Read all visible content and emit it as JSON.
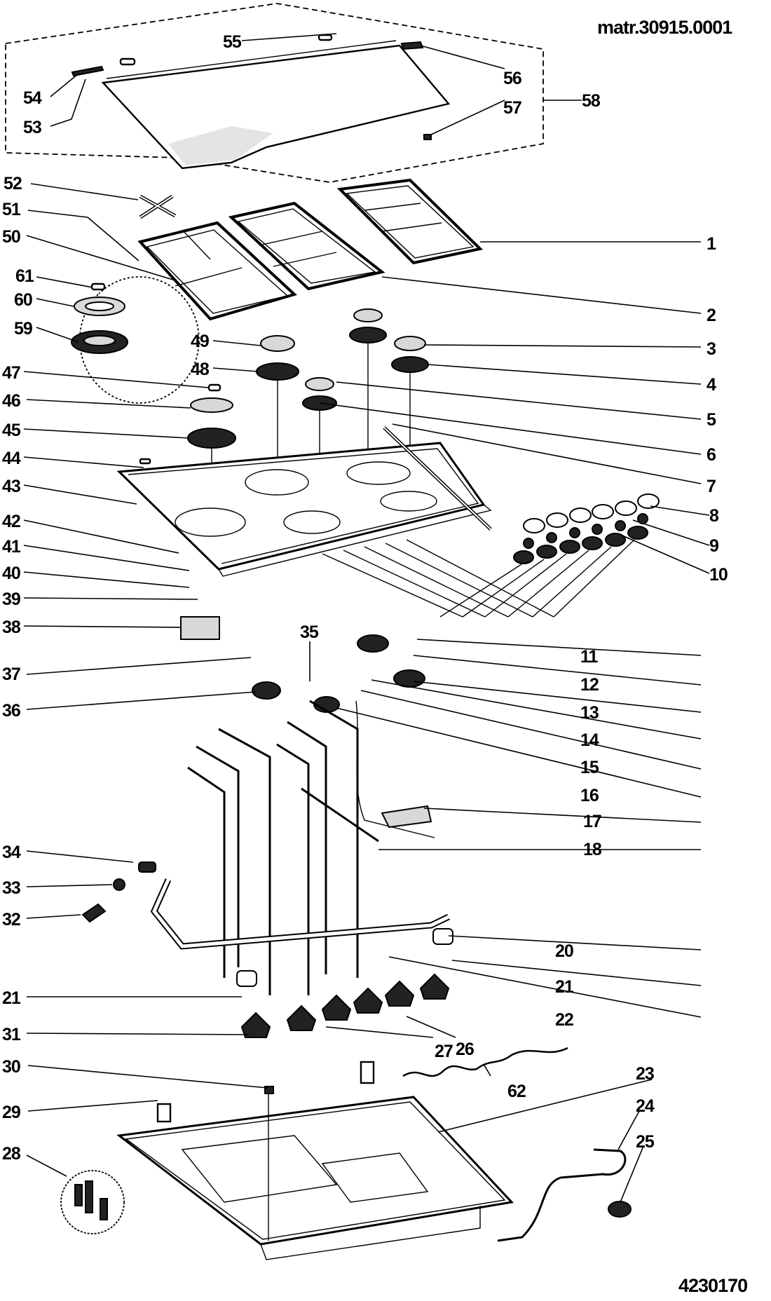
{
  "header": {
    "model_code": "matr.30915.0001",
    "drawing_number": "4230170"
  },
  "diagram": {
    "title": "Gas hob exploded parts view",
    "callouts": [
      {
        "id": "1"
      },
      {
        "id": "2"
      },
      {
        "id": "3"
      },
      {
        "id": "4"
      },
      {
        "id": "5"
      },
      {
        "id": "6"
      },
      {
        "id": "7"
      },
      {
        "id": "8"
      },
      {
        "id": "9"
      },
      {
        "id": "10"
      },
      {
        "id": "11"
      },
      {
        "id": "12"
      },
      {
        "id": "13"
      },
      {
        "id": "14"
      },
      {
        "id": "15"
      },
      {
        "id": "16"
      },
      {
        "id": "17"
      },
      {
        "id": "18"
      },
      {
        "id": "20"
      },
      {
        "id": "21"
      },
      {
        "id": "22"
      },
      {
        "id": "23"
      },
      {
        "id": "24"
      },
      {
        "id": "25"
      },
      {
        "id": "26"
      },
      {
        "id": "27"
      },
      {
        "id": "28"
      },
      {
        "id": "29"
      },
      {
        "id": "30"
      },
      {
        "id": "21b",
        "text": "21"
      },
      {
        "id": "31"
      },
      {
        "id": "32"
      },
      {
        "id": "33"
      },
      {
        "id": "34"
      },
      {
        "id": "35"
      },
      {
        "id": "36"
      },
      {
        "id": "37"
      },
      {
        "id": "38"
      },
      {
        "id": "39"
      },
      {
        "id": "40"
      },
      {
        "id": "41"
      },
      {
        "id": "42"
      },
      {
        "id": "43"
      },
      {
        "id": "44"
      },
      {
        "id": "45"
      },
      {
        "id": "46"
      },
      {
        "id": "47"
      },
      {
        "id": "48"
      },
      {
        "id": "49"
      },
      {
        "id": "50"
      },
      {
        "id": "51"
      },
      {
        "id": "52"
      },
      {
        "id": "53"
      },
      {
        "id": "54"
      },
      {
        "id": "55"
      },
      {
        "id": "56"
      },
      {
        "id": "57"
      },
      {
        "id": "58"
      },
      {
        "id": "59"
      },
      {
        "id": "60"
      },
      {
        "id": "61"
      },
      {
        "id": "62"
      }
    ]
  },
  "labels": {
    "l1": "1",
    "l2": "2",
    "l3": "3",
    "l4": "4",
    "l5": "5",
    "l6": "6",
    "l7": "7",
    "l8": "8",
    "l9": "9",
    "l10": "10",
    "l11": "11",
    "l12": "12",
    "l13": "13",
    "l14": "14",
    "l15": "15",
    "l16": "16",
    "l17": "17",
    "l18": "18",
    "l20": "20",
    "l21": "21",
    "l21b": "21",
    "l22": "22",
    "l23": "23",
    "l24": "24",
    "l25": "25",
    "l26": "26",
    "l27": "27",
    "l28": "28",
    "l29": "29",
    "l30": "30",
    "l31": "31",
    "l32": "32",
    "l33": "33",
    "l34": "34",
    "l35": "35",
    "l36": "36",
    "l37": "37",
    "l38": "38",
    "l39": "39",
    "l40": "40",
    "l41": "41",
    "l42": "42",
    "l43": "43",
    "l44": "44",
    "l45": "45",
    "l46": "46",
    "l47": "47",
    "l48": "48",
    "l49": "49",
    "l50": "50",
    "l51": "51",
    "l52": "52",
    "l53": "53",
    "l54": "54",
    "l55": "55",
    "l56": "56",
    "l57": "57",
    "l58": "58",
    "l59": "59",
    "l60": "60",
    "l61": "61",
    "l62": "62"
  }
}
